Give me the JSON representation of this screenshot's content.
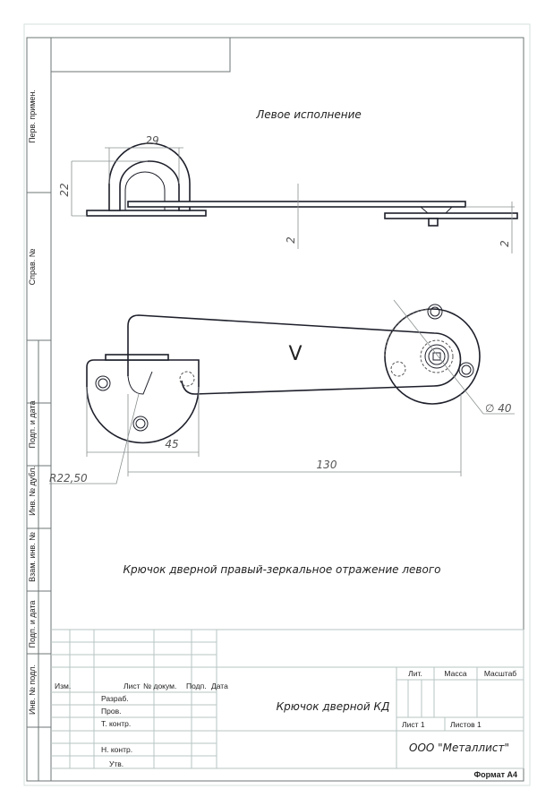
{
  "drawing": {
    "view_title": "Левое исполнение",
    "caption": "Крючок дверной правый-зеркальное отражение левого",
    "marker": "V",
    "dimensions": {
      "width_top": "29",
      "height_top": "22",
      "gap_center": "2",
      "gap_right": "2",
      "width_plate": "45",
      "length": "130",
      "radius": "R22,50",
      "diameter": "∅ 40"
    }
  },
  "side_strip": [
    "Перв. примен.",
    "Справ. №",
    "Подп. и дата",
    "Инв. № дубл.",
    "Взам. инв. №",
    "Подп. и дата",
    "Инв. № подл."
  ],
  "title_block": {
    "columns": {
      "izm": "Изм.",
      "list": "Лист",
      "doc": "№ докум.",
      "sign": "Подп.",
      "date": "Дата"
    },
    "roles": [
      "Разраб.",
      "Пров.",
      "Т. контр.",
      "Н. контр.",
      "Утв."
    ],
    "name": "Крючок дверной КД",
    "lit": "Лит.",
    "mass": "Масса",
    "scale": "Масштаб",
    "sheet": "Лист 1",
    "sheets": "Листов 1",
    "company": "ООО \"Металлист\"",
    "format": "Формат А4"
  }
}
